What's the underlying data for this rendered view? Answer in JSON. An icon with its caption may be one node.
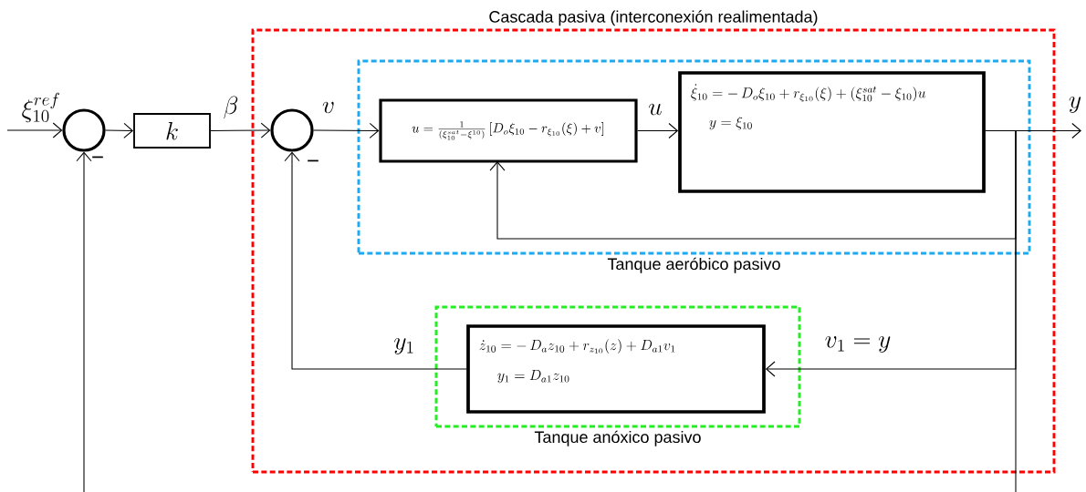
{
  "diagram": {
    "nodes": [
      {
        "text": [
          "Cascada pasiva (interconexión realimentada)"
        ]
      },
      {
        "text": [
          "Tanque aeróbico pasivo"
        ],
        "in": 0
      },
      {
        "text": [
          "Tanque anóxico pasivo"
        ],
        "in": 0
      },
      {
        "text": [],
        "shape": "circle"
      },
      {
        "text": [
          "k"
        ]
      },
      {
        "text": [],
        "shape": "circle",
        "in": 0
      },
      {
        "text": [
          "u=\\frac{1}{(\\xi_{10}^{sat}-\\xi^{10})}\\,[D_o\\xi_{10}-r_{\\xi_{10}}(\\xi)+v]"
        ],
        "in": 1
      },
      {
        "text": [
          "\\dot{\\xi}_{10}=-\\,D_o\\xi_{10}+r_{\\xi_{10}}(\\xi)+(\\xi_{10}^{sat}-\\xi_{10})u",
          "y=\\xi_{10}"
        ],
        "in": 1
      },
      {
        "text": [
          "\\dot{z}_{10}=-\\,D_a z_{10}+r_{z_{10}}(z)+D_{a1}v_1",
          "y_1=D_{a1}z_{10}"
        ],
        "in": 2
      }
    ],
    "edges": [
      {
        "from": null,
        "to": 3,
        "arrow": "to",
        "label": "\\xi_{10}^{ref}"
      },
      {
        "from": 3,
        "to": 4,
        "arrow": "to"
      },
      {
        "from": 4,
        "to": 5,
        "arrow": "to",
        "label": "\\beta"
      },
      {
        "from": 5,
        "to": 6,
        "arrow": "to",
        "label": "v"
      },
      {
        "from": 6,
        "to": 7,
        "arrow": "to",
        "label": "u"
      },
      {
        "from": 7,
        "to": null,
        "arrow": "to",
        "label": "y"
      },
      {
        "from": 7,
        "to": 6,
        "arrow": "to"
      },
      {
        "from": 7,
        "to": 8,
        "arrow": "to",
        "label": "v_1=y"
      },
      {
        "from": 8,
        "to": 5,
        "arrow": "to",
        "label": "y_1"
      },
      {
        "from": 7,
        "to": null,
        "arrow": "none"
      },
      {
        "from": null,
        "to": 3,
        "arrow": "to"
      }
    ],
    "labels": [
      "−",
      "−"
    ]
  }
}
